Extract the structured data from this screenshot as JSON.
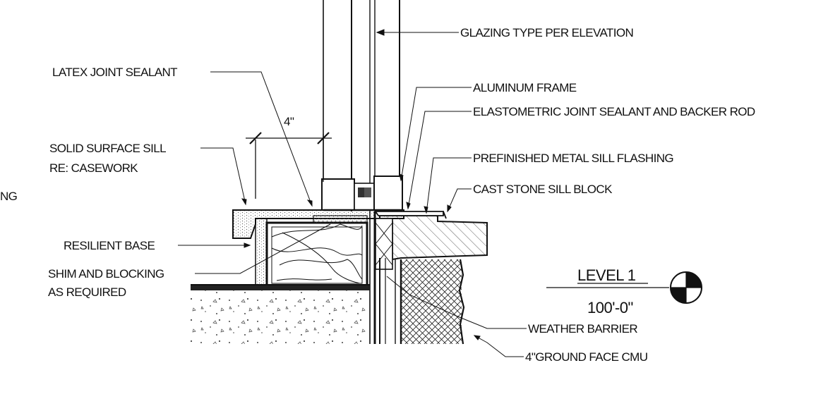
{
  "detail": {
    "dimension": "4\"",
    "level_name": "LEVEL 1",
    "level_elevation": "100'-0\"",
    "cut_off_label": "NG",
    "labels": {
      "glazing": "GLAZING TYPE PER ELEVATION",
      "latex": "LATEX JOINT SEALANT",
      "aluminum": "ALUMINUM FRAME",
      "elastomeric": "ELASTOMETRIC JOINT SEALANT AND BACKER ROD",
      "solid_sill_1": "SOLID SURFACE SILL",
      "solid_sill_2": "RE: CASEWORK",
      "flashing": "PREFINISHED METAL SILL FLASHING",
      "cast_stone": "CAST STONE SILL BLOCK",
      "resilient": "RESILIENT BASE",
      "shim_1": "SHIM AND BLOCKING",
      "shim_2": "AS REQUIRED",
      "weather": "WEATHER BARRIER",
      "cmu": "4\"GROUND FACE CMU"
    }
  }
}
